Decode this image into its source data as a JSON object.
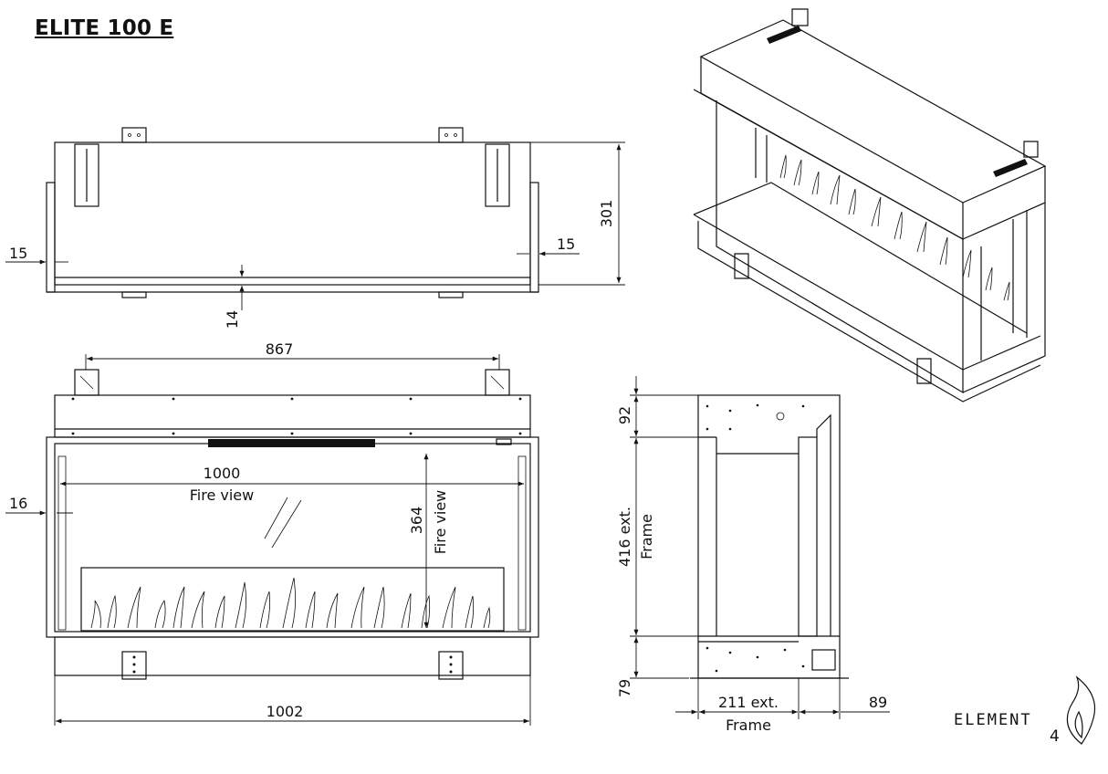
{
  "title": "ELITE 100 E",
  "dimensions": {
    "top_view_left_offset": "15",
    "top_view_right_offset": "15",
    "top_view_depth": "301",
    "top_view_front_lip": "14",
    "bracket_spacing": "867",
    "front_left_offset": "16",
    "fire_view_width": "1000",
    "fire_view_width_label": "Fire view",
    "fire_view_height": "364",
    "fire_view_height_label": "Fire view",
    "overall_width": "1002",
    "side_top": "92",
    "side_frame_height": "416 ext.",
    "side_frame_height_label": "Frame",
    "side_bottom": "79",
    "side_frame_depth": "211 ext.",
    "side_frame_depth_label": "Frame",
    "side_rear_depth": "89"
  },
  "brand": {
    "name": "ELEMENT",
    "number": "4",
    "logo_icon": "flame-icon"
  }
}
